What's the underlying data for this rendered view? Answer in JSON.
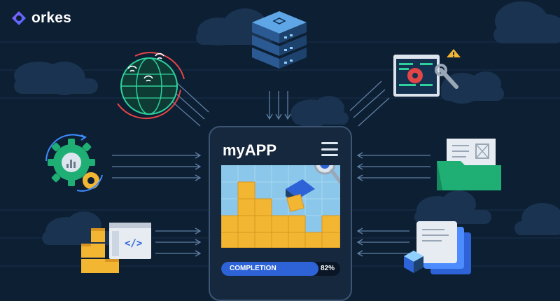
{
  "brand": {
    "name": "orkes",
    "accent": "#6a5cff"
  },
  "app": {
    "title": "myAPP",
    "completion_label": "COMPLETION",
    "completion_value": "82%",
    "completion_fraction": 0.82
  },
  "colors": {
    "background": "#0d1f33",
    "arrow": "#5f7fa3",
    "grid_tile": "#8ac7ea",
    "gold": "#f2b632",
    "blue": "#2d63d6"
  },
  "icons": [
    "globe-wifi-icon",
    "server-stack-icon",
    "alert-monitor-icon",
    "gear-chart-icon",
    "document-folder-icon",
    "blocks-code-icon",
    "stacked-cards-icon"
  ]
}
